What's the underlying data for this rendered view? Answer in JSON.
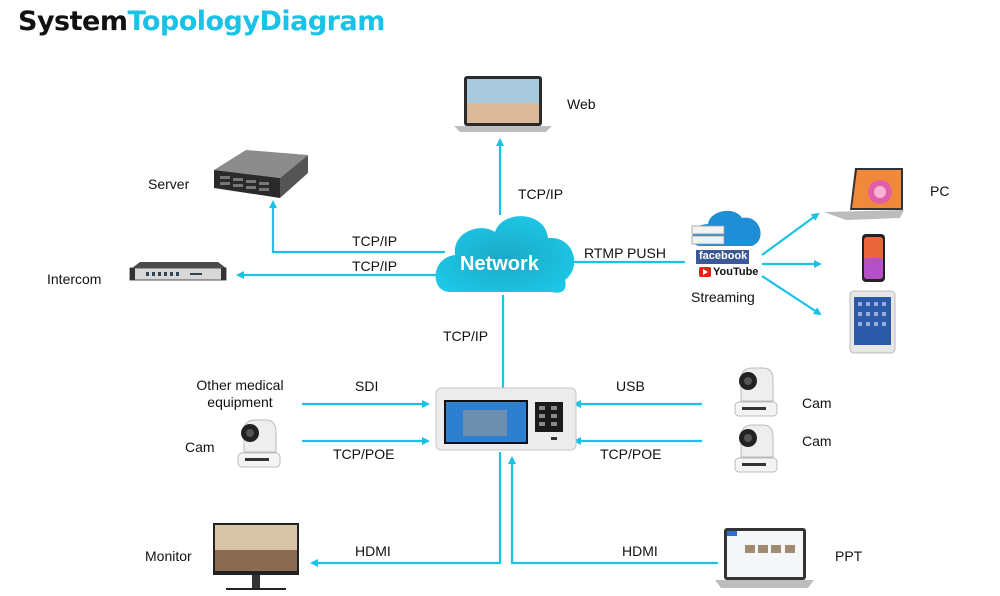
{
  "title": {
    "part1": "System",
    "part2": "TopologyDiagram"
  },
  "colors": {
    "accent": "#19c2e6",
    "title_dark": "#111111"
  },
  "center_cloud": {
    "label": "Network"
  },
  "devices": {
    "web": "Web",
    "server": "Server",
    "intercom": "Intercom",
    "streaming": "Streaming",
    "pc": "PC",
    "other_medical": "Other medical equipment",
    "cam_left": "Cam",
    "cam_right_1": "Cam",
    "cam_right_2": "Cam",
    "monitor": "Monitor",
    "ppt": "PPT"
  },
  "streaming_brands": {
    "facebook": "facebook",
    "youtube": "YouTube"
  },
  "links": {
    "network_web": "TCP/IP",
    "network_server": "TCP/IP",
    "network_intercom": "TCP/IP",
    "network_streaming": "RTMP PUSH",
    "recorder_network": "TCP/IP",
    "medical_recorder": "SDI",
    "camleft_recorder": "TCP/POE",
    "cam1_recorder": "USB",
    "cam2_recorder": "TCP/POE",
    "recorder_monitor": "HDMI",
    "ppt_recorder": "HDMI"
  }
}
